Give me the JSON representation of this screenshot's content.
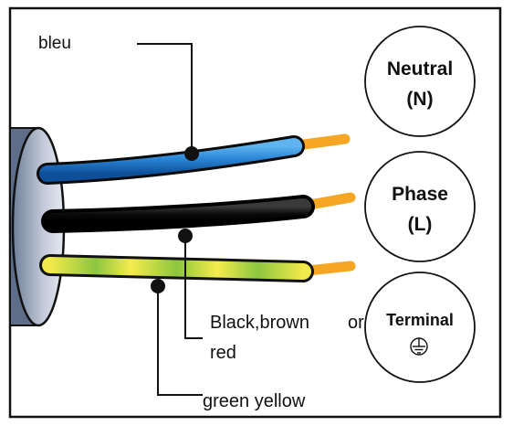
{
  "labels": {
    "blue_wire": "bleu",
    "black_wire_line1": "Black,brown",
    "black_wire_or": "or",
    "black_wire_line2": "red",
    "earth_wire": "green yellow"
  },
  "terminals": {
    "neutral": {
      "title": "Neutral",
      "symbol": "(N)"
    },
    "phase": {
      "title": "Phase",
      "symbol": "(L)"
    },
    "earth": {
      "title": "Terminal",
      "icon": "ground-icon"
    }
  },
  "colors": {
    "blue_wire": "#1a6fc4",
    "black_wire": "#111111",
    "earth_green": "#7cb342",
    "earth_yellow": "#ffeb3b",
    "copper": "#f5a623",
    "cable_sheath": "#a9b3c9"
  }
}
